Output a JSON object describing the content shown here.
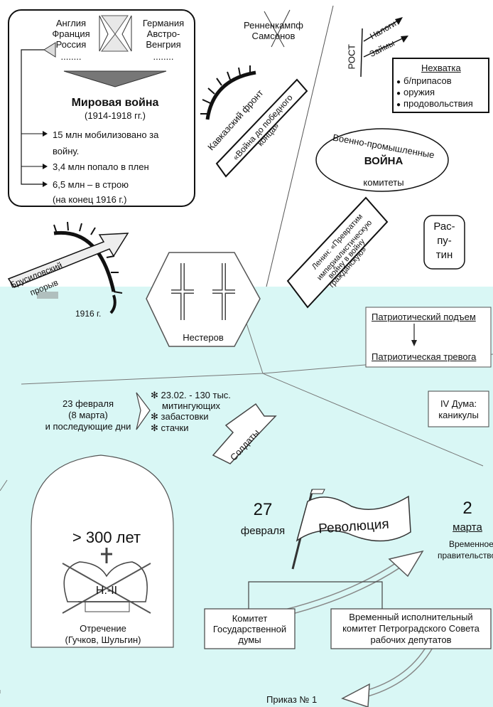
{
  "entente": {
    "line1": "Англия",
    "line2": "Франция",
    "line3": "Россия",
    "dots": "........"
  },
  "central": {
    "line1": "Германия",
    "line2": "Австро-",
    "line3": "Венгрия",
    "dots": "........"
  },
  "war": {
    "title": "Мировая война",
    "years": "(1914-1918 гг.)",
    "stat1a": "15 млн мобилизовано за",
    "stat1b": "войну.",
    "stat2": "3,4 млн попало в плен",
    "stat3": "6,5 млн – в строю",
    "stat3b": "(на конец 1916 г.)"
  },
  "generals": {
    "line1": "Ренненкампф",
    "line2": "Самсонов"
  },
  "caucasus": "Кавказский фронт",
  "slogan": {
    "line1": "«Война до победного",
    "line2": "конца»"
  },
  "growth": {
    "label": "РОСТ",
    "taxes": "Налоги",
    "loans": "Займы"
  },
  "shortage": {
    "title": "Нехватка",
    "items": [
      "б/припасов",
      "оружия",
      "продовольствия"
    ]
  },
  "committees": {
    "top": "Военно-промышленные",
    "mid": "ВОЙНА",
    "bottom": "комитеты"
  },
  "rasputin": {
    "line1": "Рас-",
    "line2": "пу-",
    "line3": "тин"
  },
  "lenin": {
    "line1": "Ленин: «Превратим",
    "line2": "империалистическую",
    "line3": "войну в войну",
    "line4": "гражданскую»"
  },
  "brusilov": {
    "line1": "Брусиловский",
    "line2": "прорыв",
    "year": "1916 г."
  },
  "nesterov": "Нестеров",
  "patriot": {
    "top": "Патриотический подъем",
    "bottom": "Патриотическая тревога"
  },
  "feb23": {
    "line1": "23 февраля",
    "line2": "(8 марта)",
    "line3": "и последующие дни"
  },
  "strikes": {
    "items": [
      "23.02. - 130 тыс.",
      "митингующих",
      "забастовки",
      "стачки"
    ]
  },
  "soldiers": "Солдаты",
  "duma4": {
    "line1": "IV Дума:",
    "line2": "каникулы"
  },
  "dynasty": {
    "years": "> 300 лет",
    "initials": "Н.-II",
    "abdication1": "Отречение",
    "abdication2": "(Гучков, Шульгин)"
  },
  "feb27": {
    "day": "27",
    "month": "февраля"
  },
  "revolution": "Революция",
  "mar2": {
    "day": "2",
    "month": "марта",
    "gov1": "Временное",
    "gov2": "правительство"
  },
  "duma_committee": {
    "line1": "Комитет",
    "line2": "Государственной",
    "line3": "думы"
  },
  "soviet": {
    "line1": "Временный исполнительный",
    "line2": "комитет Петроградского Совета",
    "line3": "рабочих депутатов"
  },
  "order": "Приказ № 1"
}
